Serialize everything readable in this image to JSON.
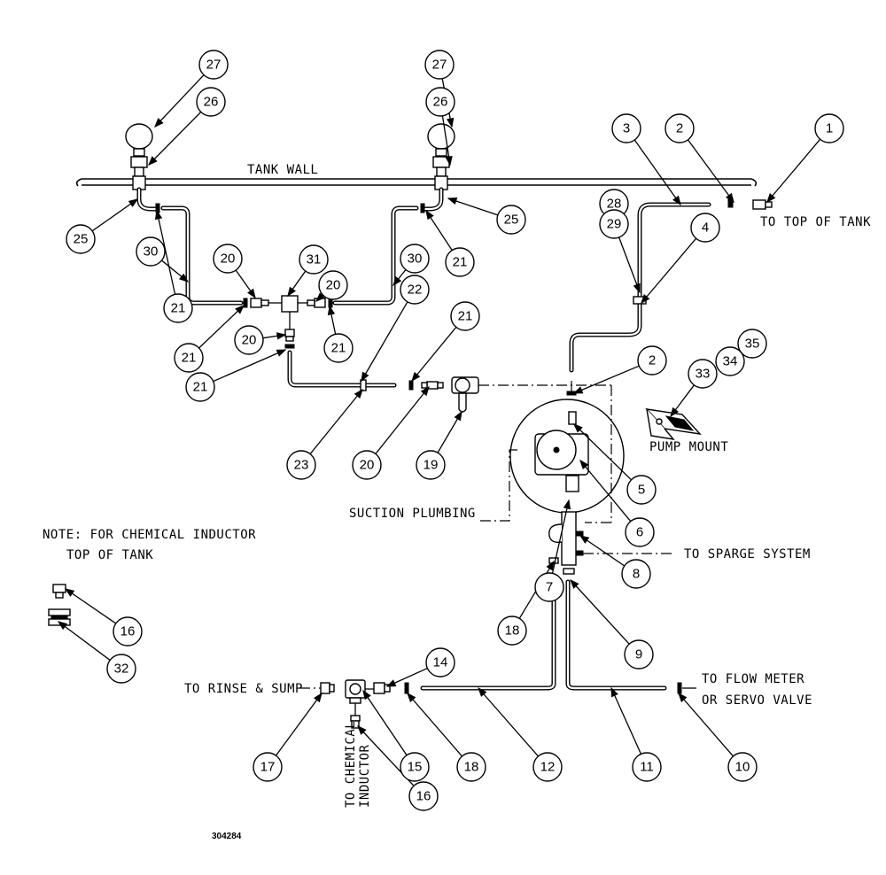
{
  "labels": {
    "tank_wall": "TANK WALL",
    "to_top_of_tank": "TO TOP OF TANK",
    "pump_mount": "PUMP MOUNT",
    "suction_plumbing": "SUCTION PLUMBING",
    "to_sparge": "TO SPARGE SYSTEM",
    "note_line1": "NOTE: FOR CHEMICAL INDUCTOR",
    "note_line2": "TOP OF TANK",
    "to_rinse": "TO RINSE & SUMP",
    "to_chem_1": "TO CHEMICAL",
    "to_chem_2": "INDUCTOR",
    "flow_line1": "TO FLOW METER",
    "flow_line2": "OR SERVO VALVE",
    "drawing_number": "304284"
  },
  "callouts": [
    {
      "n": "27"
    },
    {
      "n": "26"
    },
    {
      "n": "27"
    },
    {
      "n": "26"
    },
    {
      "n": "3"
    },
    {
      "n": "2"
    },
    {
      "n": "1"
    },
    {
      "n": "25"
    },
    {
      "n": "21"
    },
    {
      "n": "25"
    },
    {
      "n": "21"
    },
    {
      "n": "28"
    },
    {
      "n": "29"
    },
    {
      "n": "4"
    },
    {
      "n": "30"
    },
    {
      "n": "20"
    },
    {
      "n": "31"
    },
    {
      "n": "20"
    },
    {
      "n": "30"
    },
    {
      "n": "21"
    },
    {
      "n": "21"
    },
    {
      "n": "20"
    },
    {
      "n": "21"
    },
    {
      "n": "21"
    },
    {
      "n": "22"
    },
    {
      "n": "2"
    },
    {
      "n": "35"
    },
    {
      "n": "34"
    },
    {
      "n": "33"
    },
    {
      "n": "23"
    },
    {
      "n": "20"
    },
    {
      "n": "19"
    },
    {
      "n": "5"
    },
    {
      "n": "6"
    },
    {
      "n": "7"
    },
    {
      "n": "8"
    },
    {
      "n": "18"
    },
    {
      "n": "9"
    },
    {
      "n": "16"
    },
    {
      "n": "32"
    },
    {
      "n": "14"
    },
    {
      "n": "17"
    },
    {
      "n": "15"
    },
    {
      "n": "18"
    },
    {
      "n": "12"
    },
    {
      "n": "11"
    },
    {
      "n": "10"
    },
    {
      "n": "16"
    }
  ]
}
